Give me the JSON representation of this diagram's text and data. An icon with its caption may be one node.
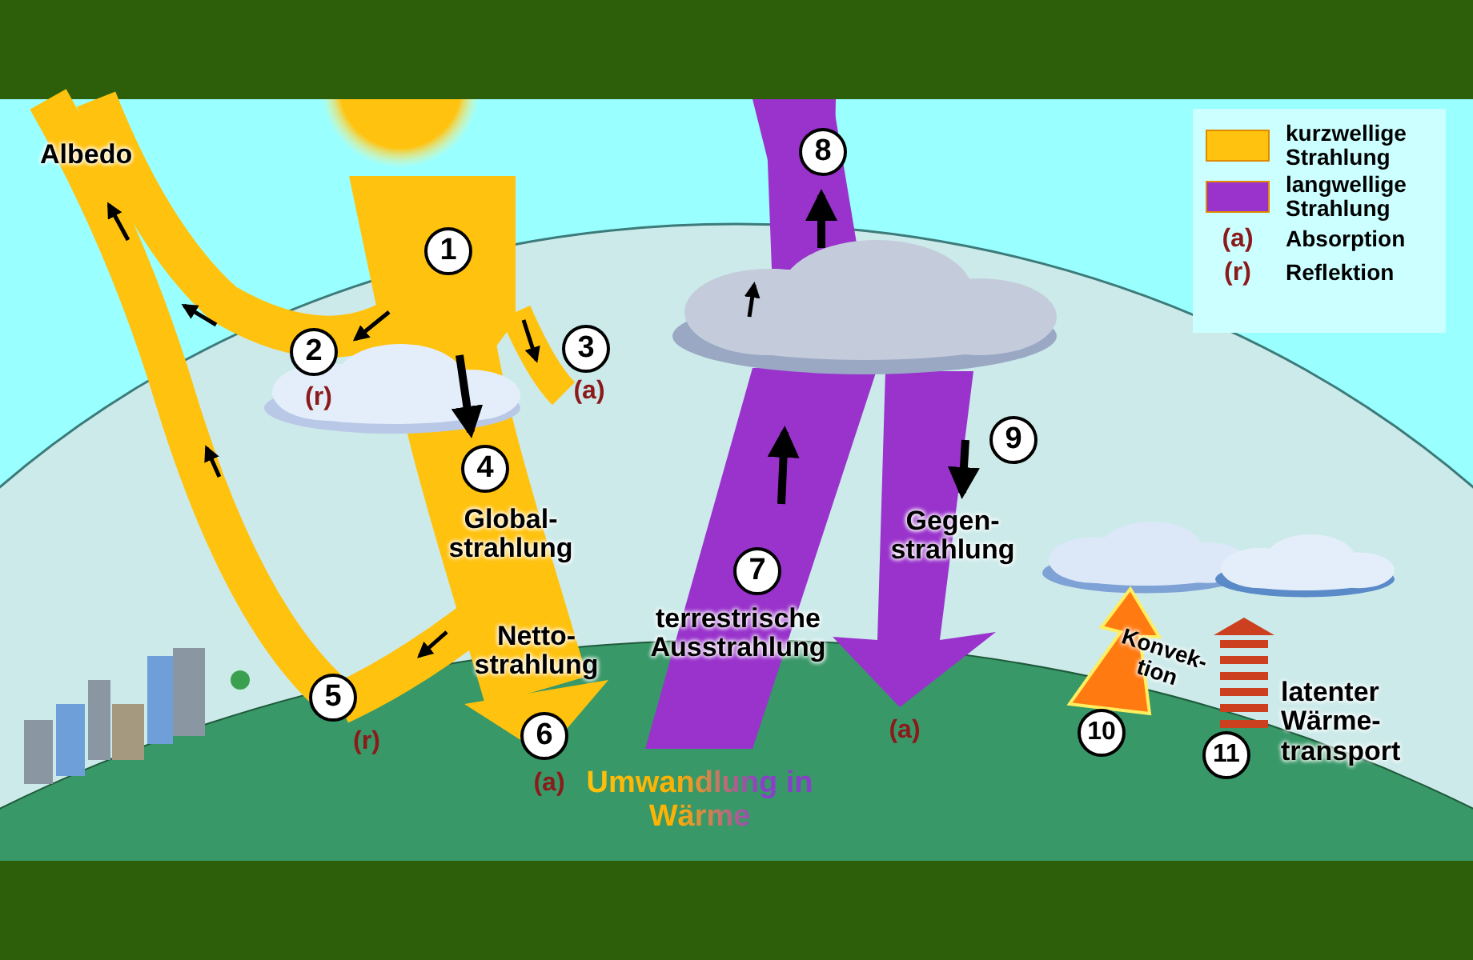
{
  "diagram": {
    "nodes": [
      {
        "text": [
          "1"
        ]
      },
      {
        "text": [
          "2"
        ],
        "beside": [
          "(r)"
        ]
      },
      {
        "text": [
          "3"
        ],
        "beside": [
          "(a)"
        ]
      },
      {
        "text": [
          "4"
        ]
      },
      {
        "text": [
          "5"
        ],
        "beside": [
          "(r)"
        ]
      },
      {
        "text": [
          "6"
        ],
        "beside": [
          "(a)"
        ]
      },
      {
        "text": [
          "7"
        ]
      },
      {
        "text": [
          "8"
        ]
      },
      {
        "text": [
          "9"
        ]
      },
      {
        "text": [
          "10"
        ]
      },
      {
        "text": [
          "11"
        ]
      }
    ],
    "labels": [
      "Albedo",
      "Global- strahlung",
      "Netto- strahlung",
      "terrestrische Ausstrahlung",
      "Gegen- strahlung",
      "(a)",
      "Umwandlung in Wärme",
      "Konvek- tion",
      "latenter Wärme- transport",
      "(a)",
      "Absorption",
      "(r)",
      "Reflektion"
    ],
    "legend": [
      {
        "text": "kurzwellige Strahlung",
        "color": "#ffc20e"
      },
      {
        "text": "langwellige Strahlung",
        "color": "#9933cc"
      }
    ]
  }
}
